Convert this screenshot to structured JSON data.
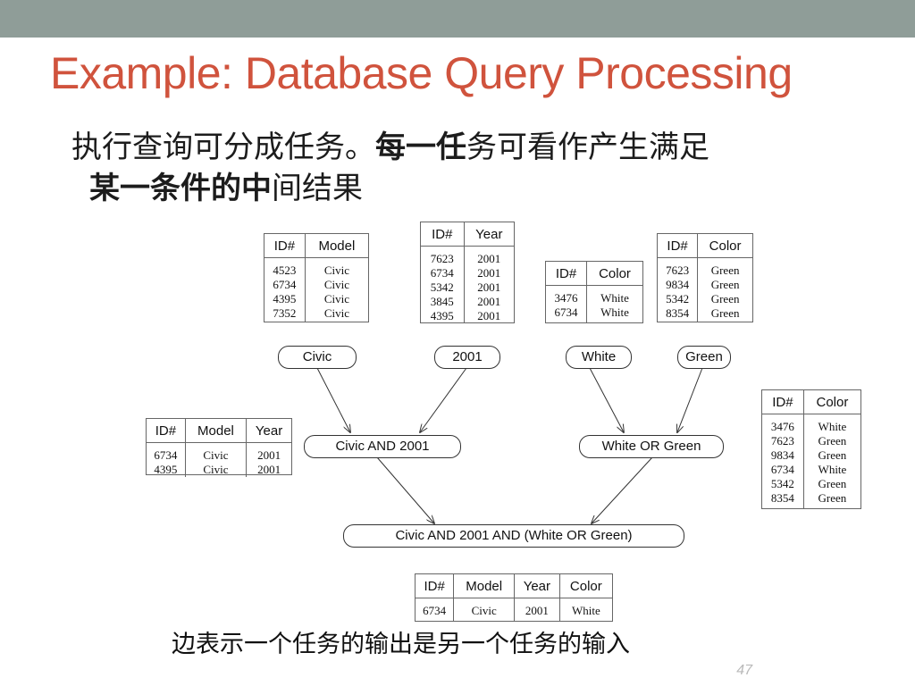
{
  "slide": {
    "title": "Example: Database Query Processing",
    "body_line1_a": "执行查询可分成任务。",
    "body_line1_b": "每一任",
    "body_line1_c": "务可看作产生满足",
    "body_line2_a": "某一条件的中",
    "body_line2_b": "间结果",
    "caption": "边表示一个任务的输出是另一个任务的输入",
    "page_number": "47",
    "colors": {
      "title": "#d0533d",
      "topbar": "#8f9d98"
    }
  },
  "nodes": {
    "civic": "Civic",
    "year2001": "2001",
    "white": "White",
    "green": "Green",
    "civic_and_2001": "Civic AND 2001",
    "white_or_green": "White OR Green",
    "final": "Civic AND 2001 AND (White OR Green)"
  },
  "tables": {
    "civic": {
      "headers": [
        "ID#",
        "Model"
      ],
      "rows": [
        [
          "4523",
          "Civic"
        ],
        [
          "6734",
          "Civic"
        ],
        [
          "4395",
          "Civic"
        ],
        [
          "7352",
          "Civic"
        ]
      ]
    },
    "year2001": {
      "headers": [
        "ID#",
        "Year"
      ],
      "rows": [
        [
          "7623",
          "2001"
        ],
        [
          "6734",
          "2001"
        ],
        [
          "5342",
          "2001"
        ],
        [
          "3845",
          "2001"
        ],
        [
          "4395",
          "2001"
        ]
      ]
    },
    "white": {
      "headers": [
        "ID#",
        "Color"
      ],
      "rows": [
        [
          "3476",
          "White"
        ],
        [
          "6734",
          "White"
        ]
      ]
    },
    "green": {
      "headers": [
        "ID#",
        "Color"
      ],
      "rows": [
        [
          "7623",
          "Green"
        ],
        [
          "9834",
          "Green"
        ],
        [
          "5342",
          "Green"
        ],
        [
          "8354",
          "Green"
        ]
      ]
    },
    "civic_and_2001": {
      "headers": [
        "ID#",
        "Model",
        "Year"
      ],
      "rows": [
        [
          "6734",
          "Civic",
          "2001"
        ],
        [
          "4395",
          "Civic",
          "2001"
        ]
      ]
    },
    "white_or_green": {
      "headers": [
        "ID#",
        "Color"
      ],
      "rows": [
        [
          "3476",
          "White"
        ],
        [
          "7623",
          "Green"
        ],
        [
          "9834",
          "Green"
        ],
        [
          "6734",
          "White"
        ],
        [
          "5342",
          "Green"
        ],
        [
          "8354",
          "Green"
        ]
      ]
    },
    "final": {
      "headers": [
        "ID#",
        "Model",
        "Year",
        "Color"
      ],
      "rows": [
        [
          "6734",
          "Civic",
          "2001",
          "White"
        ]
      ]
    }
  }
}
